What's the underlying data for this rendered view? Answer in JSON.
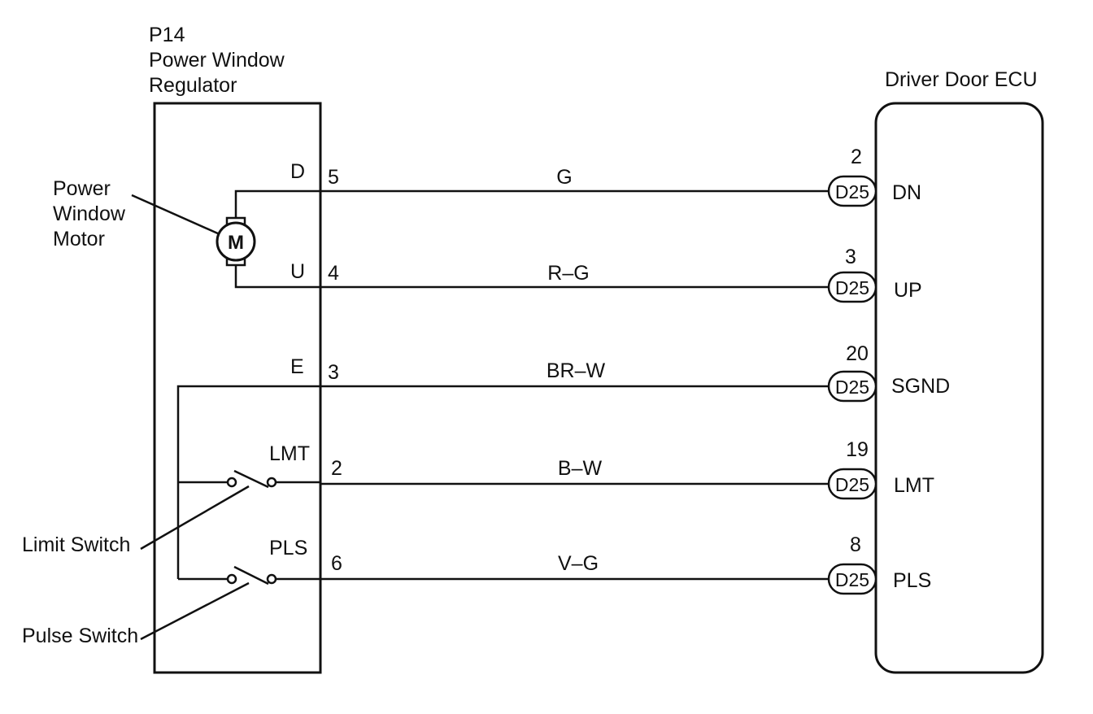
{
  "regulator": {
    "code": "P14",
    "name_line1": "Power Window",
    "name_line2": "Regulator"
  },
  "ecu": {
    "name": "Driver Door ECU"
  },
  "motor": {
    "symbol": "M",
    "label_line1": "Power",
    "label_line2": "Window",
    "label_line3": "Motor"
  },
  "switches": {
    "limit_label": "Limit Switch",
    "pulse_label": "Pulse Switch"
  },
  "connector_name": "D25",
  "wires": [
    {
      "reg_term": "D",
      "reg_pin": "5",
      "color": "G",
      "ecu_pin": "2",
      "ecu_term": "DN"
    },
    {
      "reg_term": "U",
      "reg_pin": "4",
      "color": "R–G",
      "ecu_pin": "3",
      "ecu_term": "UP"
    },
    {
      "reg_term": "E",
      "reg_pin": "3",
      "color": "BR–W",
      "ecu_pin": "20",
      "ecu_term": "SGND"
    },
    {
      "reg_term": "LMT",
      "reg_pin": "2",
      "color": "B–W",
      "ecu_pin": "19",
      "ecu_term": "LMT"
    },
    {
      "reg_term": "PLS",
      "reg_pin": "6",
      "color": "V–G",
      "ecu_pin": "8",
      "ecu_term": "PLS"
    }
  ]
}
